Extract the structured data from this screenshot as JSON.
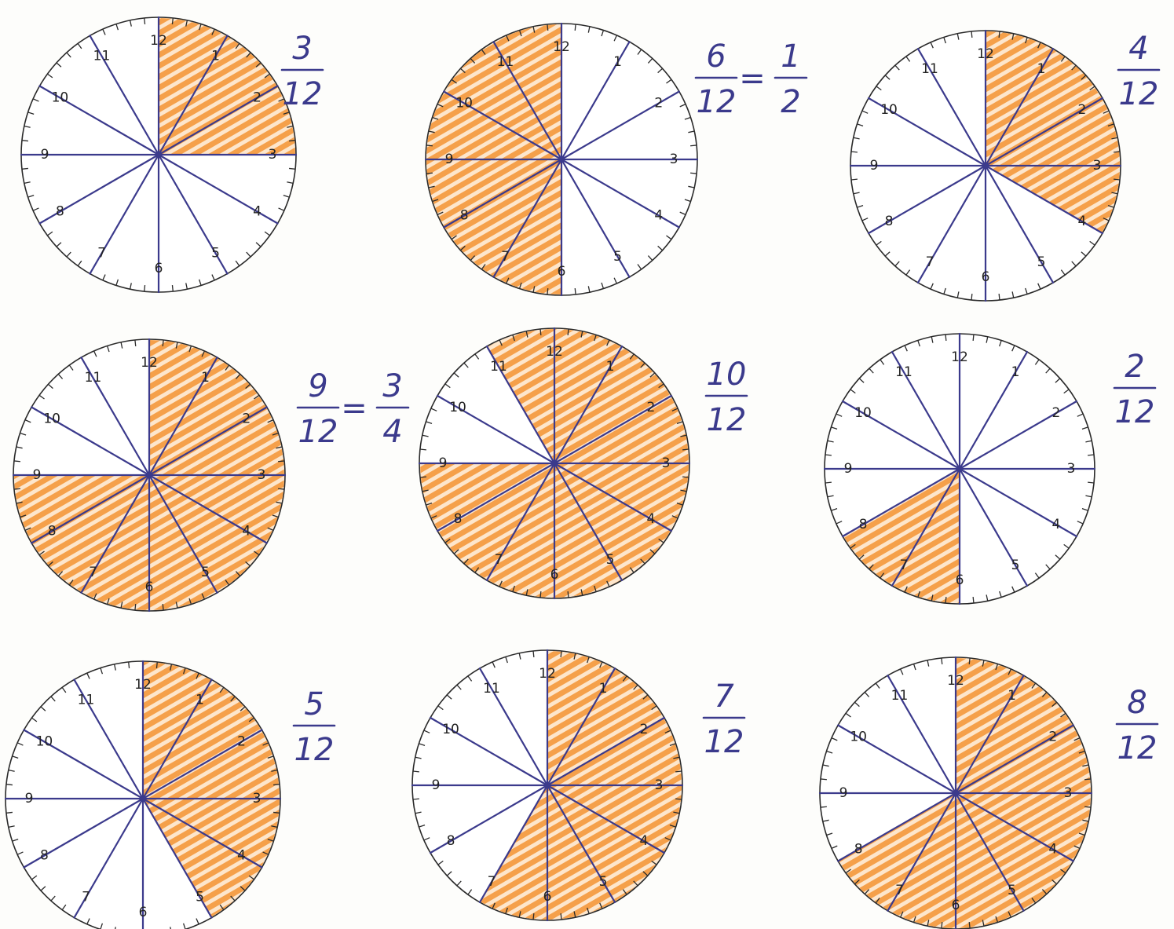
{
  "colors": {
    "shade": "#f5a04a",
    "ink": "#3b3a8c",
    "outline": "#2a2a2a"
  },
  "clocks": [
    {
      "id": "a",
      "numbers": [
        "1",
        "2",
        "3",
        "4",
        "5",
        "6",
        "7",
        "8",
        "9",
        "10",
        "11",
        "12"
      ],
      "shaded": [
        1,
        2,
        3
      ],
      "fraction": {
        "num": "3",
        "den": "12"
      },
      "equals": null
    },
    {
      "id": "b",
      "numbers": [
        "1",
        "2",
        "3",
        "4",
        "5",
        "6",
        "7",
        "8",
        "9",
        "10",
        "11",
        "12"
      ],
      "shaded": [
        7,
        8,
        9,
        10,
        11,
        12
      ],
      "fraction": {
        "num": "6",
        "den": "12"
      },
      "equals": {
        "sign": "=",
        "num": "1",
        "den": "2"
      }
    },
    {
      "id": "c",
      "numbers": [
        "1",
        "2",
        "3",
        "4",
        "5",
        "6",
        "7",
        "8",
        "9",
        "10",
        "11",
        "12"
      ],
      "shaded": [
        1,
        2,
        3,
        4
      ],
      "fraction": {
        "num": "4",
        "den": "12"
      },
      "equals": null
    },
    {
      "id": "d",
      "numbers": [
        "1",
        "2",
        "3",
        "4",
        "5",
        "6",
        "7",
        "8",
        "9",
        "10",
        "11",
        "12"
      ],
      "shaded": [
        1,
        2,
        3,
        4,
        5,
        6,
        7,
        8,
        9
      ],
      "fraction": {
        "num": "9",
        "den": "12"
      },
      "equals": {
        "sign": "=",
        "num": "3",
        "den": "4"
      }
    },
    {
      "id": "e",
      "numbers": [
        "1",
        "2",
        "3",
        "4",
        "5",
        "6",
        "7",
        "8",
        "9",
        "10",
        "11",
        "12"
      ],
      "shaded": [
        1,
        2,
        3,
        4,
        5,
        6,
        7,
        8,
        9,
        12
      ],
      "fraction": {
        "num": "10",
        "den": "12"
      },
      "equals": null
    },
    {
      "id": "f",
      "numbers": [
        "1",
        "2",
        "3",
        "4",
        "5",
        "6",
        "7",
        "8",
        "9",
        "10",
        "11",
        "12"
      ],
      "shaded": [
        7,
        8
      ],
      "fraction": {
        "num": "2",
        "den": "12"
      },
      "equals": null
    },
    {
      "id": "g",
      "numbers": [
        "1",
        "2",
        "3",
        "4",
        "5",
        "6",
        "7",
        "8",
        "9",
        "10",
        "11",
        "12"
      ],
      "shaded": [
        1,
        2,
        3,
        4,
        5
      ],
      "fraction": {
        "num": "5",
        "den": "12"
      },
      "equals": null
    },
    {
      "id": "h",
      "numbers": [
        "1",
        "2",
        "3",
        "4",
        "5",
        "6",
        "7",
        "8",
        "9",
        "10",
        "11",
        "12"
      ],
      "shaded": [
        1,
        2,
        3,
        4,
        5,
        6,
        7
      ],
      "fraction": {
        "num": "7",
        "den": "12"
      },
      "equals": null
    },
    {
      "id": "i",
      "numbers": [
        "1",
        "2",
        "3",
        "4",
        "5",
        "6",
        "7",
        "8",
        "9",
        "10",
        "11",
        "12"
      ],
      "shaded": [
        1,
        2,
        3,
        4,
        5,
        6,
        7,
        8
      ],
      "fraction": {
        "num": "8",
        "den": "12"
      },
      "equals": null
    }
  ]
}
